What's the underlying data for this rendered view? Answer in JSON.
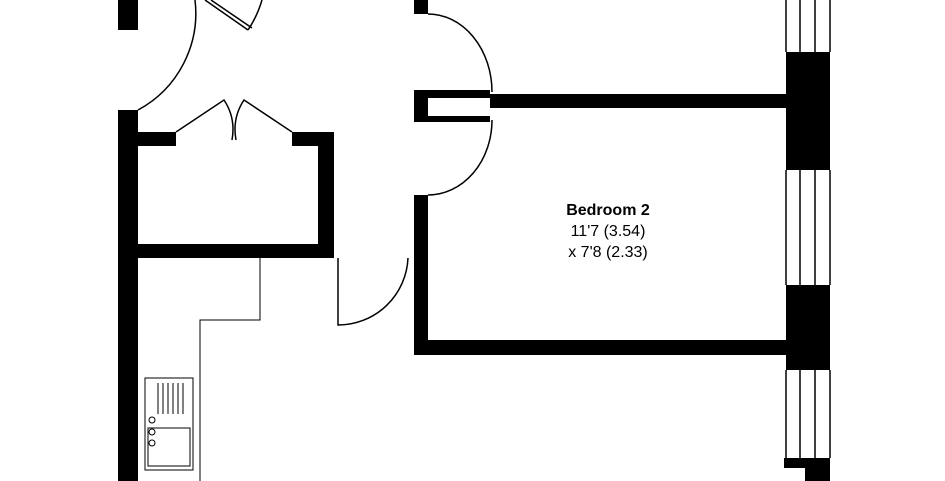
{
  "floorplan": {
    "rooms": [
      {
        "name": "Bedroom 2",
        "dimension_imperial": "11'7 (3.54)",
        "dimension_metric": "x 7'8 (2.33)"
      }
    ]
  },
  "colors": {
    "wall": "#000000",
    "background": "#ffffff",
    "line": "#000000"
  }
}
